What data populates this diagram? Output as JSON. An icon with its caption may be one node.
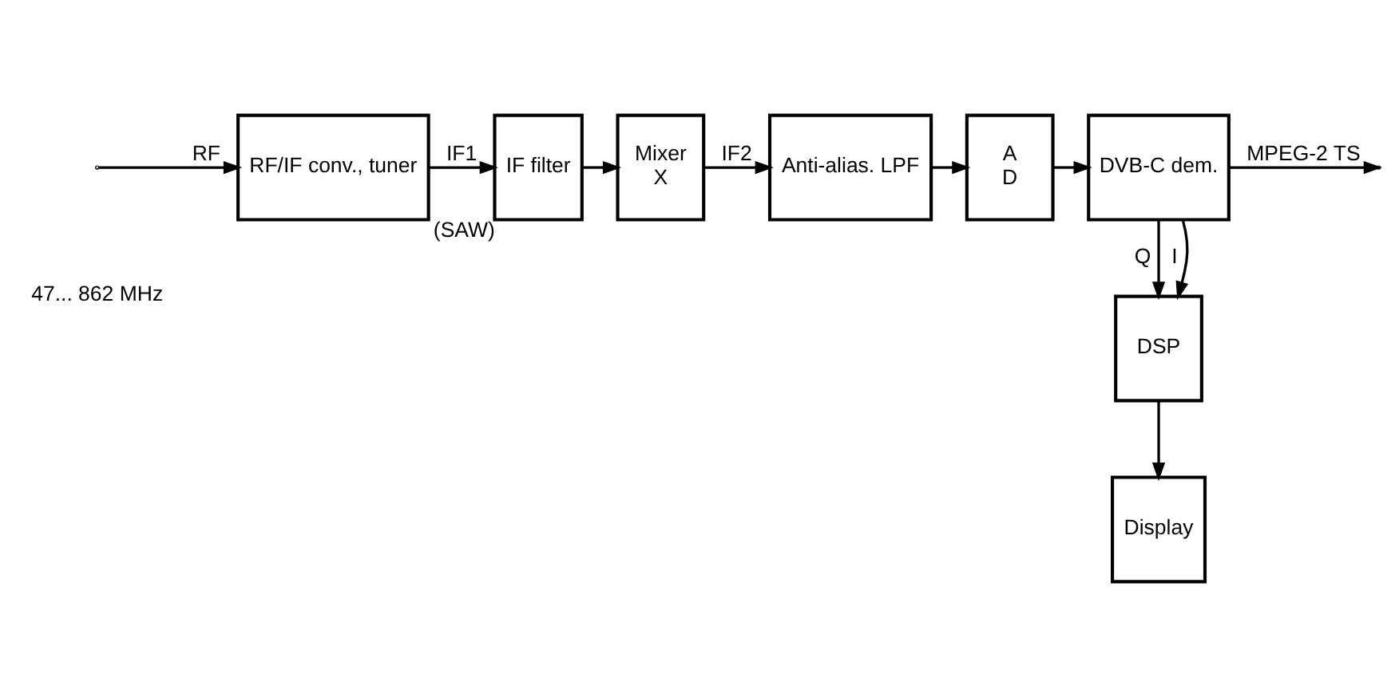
{
  "diagram": {
    "nodes": [
      {
        "text": [
          "RF/IF conv., tuner"
        ]
      },
      {
        "text": [
          "IF filter"
        ],
        "beside": [
          "(SAW)"
        ]
      },
      {
        "text": [
          "Mixer",
          "X"
        ]
      },
      {
        "text": [
          "Anti-alias. LPF"
        ]
      },
      {
        "text": [
          "A",
          "D"
        ]
      },
      {
        "text": [
          "DVB-C dem."
        ]
      },
      {
        "text": [
          "DSP"
        ]
      },
      {
        "text": [
          "Display"
        ]
      }
    ],
    "edges": [
      {
        "from": null,
        "to": 0,
        "arrow": "to",
        "label": "RF"
      },
      {
        "from": 0,
        "to": 1,
        "arrow": "to",
        "label": "IF1"
      },
      {
        "from": 1,
        "to": 2,
        "arrow": "to"
      },
      {
        "from": 2,
        "to": 3,
        "arrow": "to",
        "label": "IF2"
      },
      {
        "from": 3,
        "to": 4,
        "arrow": "to"
      },
      {
        "from": 4,
        "to": 5,
        "arrow": "to"
      },
      {
        "from": 5,
        "to": null,
        "arrow": "to",
        "label": "MPEG-2 TS"
      },
      {
        "from": 5,
        "to": 6,
        "arrow": "to",
        "label": "I"
      },
      {
        "from": 5,
        "to": 6,
        "arrow": "to",
        "label": "Q"
      },
      {
        "from": 6,
        "to": 7,
        "arrow": "to"
      }
    ],
    "labels": [
      "47... 862 MHz"
    ]
  }
}
